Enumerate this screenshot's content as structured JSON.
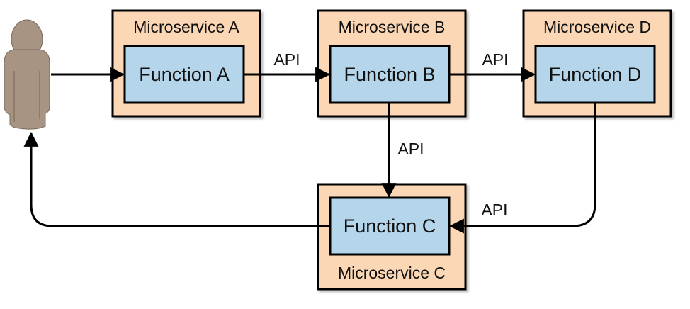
{
  "diagram": {
    "user": {
      "icon": "person-icon"
    },
    "microservices": [
      {
        "id": "a",
        "label": "Microservice A",
        "function": "Function A"
      },
      {
        "id": "b",
        "label": "Microservice B",
        "function": "Function B"
      },
      {
        "id": "d",
        "label": "Microservice D",
        "function": "Function D"
      },
      {
        "id": "c",
        "label": "Microservice C",
        "function": "Function C"
      }
    ],
    "connections": [
      {
        "from": "user",
        "to": "a",
        "label": ""
      },
      {
        "from": "a",
        "to": "b",
        "label": "API"
      },
      {
        "from": "b",
        "to": "d",
        "label": "API"
      },
      {
        "from": "b",
        "to": "c",
        "label": "API"
      },
      {
        "from": "d",
        "to": "c",
        "label": "API"
      },
      {
        "from": "c",
        "to": "user",
        "label": ""
      }
    ],
    "colors": {
      "service_fill": "#fbd7b5",
      "function_fill": "#b5d6ea",
      "person_fill": "#a89482",
      "line": "#000000"
    }
  }
}
